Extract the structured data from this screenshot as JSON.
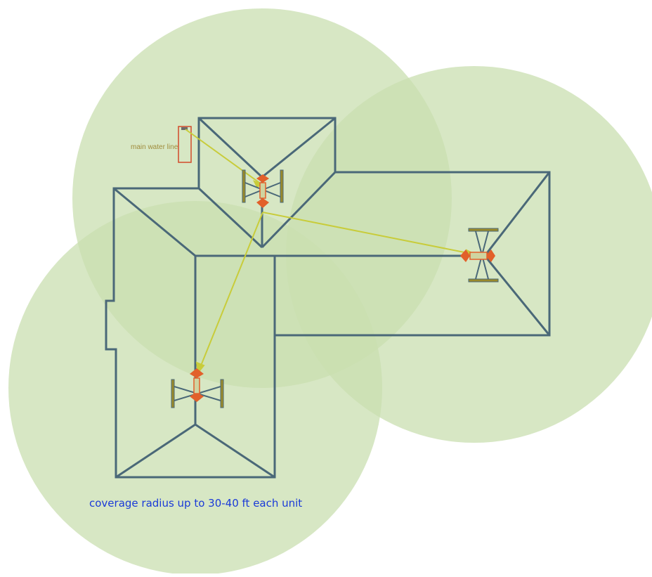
{
  "labels": {
    "water_line": "main water line",
    "coverage": "coverage radius up to 30-40 ft each unit"
  },
  "colors": {
    "coverage_fill": "#c9dfb0",
    "roof_line": "#4a6878",
    "supply_line": "#c8cc3a",
    "water_box": "#d24a2a",
    "unit_accent": "#e2602a",
    "label_text": "#a08c3c",
    "caption_text": "#1a3ad8"
  },
  "elements": {
    "coverage_zones": [
      "zone-top-left",
      "zone-right",
      "zone-bottom-left"
    ],
    "units": [
      "unit-top",
      "unit-right",
      "unit-bottom"
    ]
  }
}
